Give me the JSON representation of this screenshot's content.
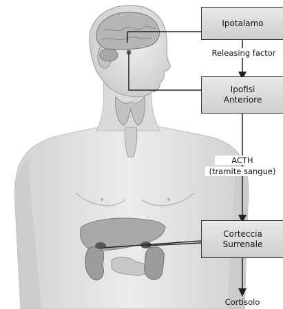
{
  "boxes": {
    "hypothalamus": "Ipotalamo",
    "pituitary": [
      "Ipofisi",
      "Anteriore"
    ],
    "adrenal_cortex": [
      "Corteccia",
      "Surrenale"
    ]
  },
  "labels": {
    "releasing_factor": "Releasing factor",
    "acth": "ACTH",
    "via_blood": "(tramite sangue)",
    "cortisol": "Cortisolo"
  },
  "colors": {
    "box_fill": "#dcdcdc",
    "line": "#222222",
    "skin": "#e2e2e2"
  }
}
